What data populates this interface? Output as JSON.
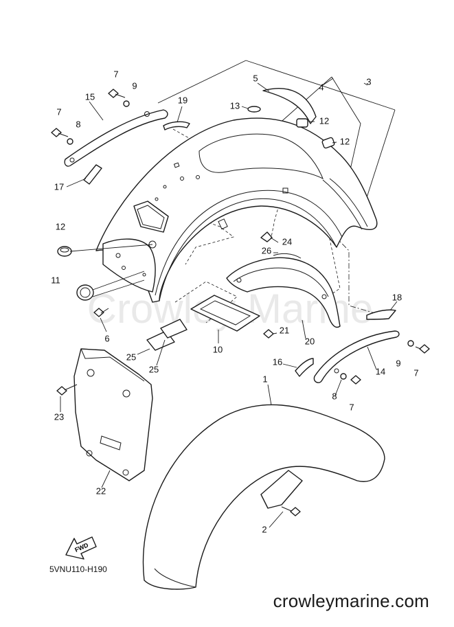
{
  "diagram": {
    "callouts": [
      {
        "label": "1"
      },
      {
        "label": "2"
      },
      {
        "label": "3"
      },
      {
        "label": "4"
      },
      {
        "label": "5"
      },
      {
        "label": "6"
      },
      {
        "label": "7"
      },
      {
        "label": "7"
      },
      {
        "label": "7"
      },
      {
        "label": "7"
      },
      {
        "label": "8"
      },
      {
        "label": "8"
      },
      {
        "label": "9"
      },
      {
        "label": "9"
      },
      {
        "label": "10"
      },
      {
        "label": "11"
      },
      {
        "label": "12"
      },
      {
        "label": "12"
      },
      {
        "label": "12"
      },
      {
        "label": "13"
      },
      {
        "label": "14"
      },
      {
        "label": "15"
      },
      {
        "label": "16"
      },
      {
        "label": "17"
      },
      {
        "label": "18"
      },
      {
        "label": "19"
      },
      {
        "label": "20"
      },
      {
        "label": "21"
      },
      {
        "label": "22"
      },
      {
        "label": "23"
      },
      {
        "label": "24"
      },
      {
        "label": "25"
      },
      {
        "label": "25"
      },
      {
        "label": "26"
      }
    ],
    "fwd_label": "FWD",
    "drawing_code": "5VNU110-H190",
    "watermark": "Crowley Marine",
    "site": "crowleymarine.com"
  }
}
